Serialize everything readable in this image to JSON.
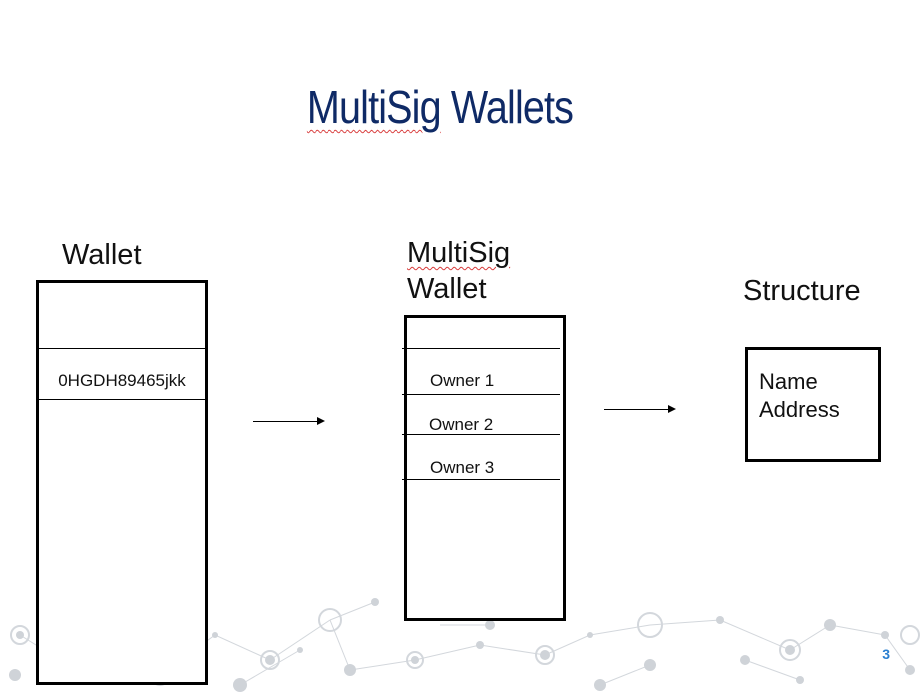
{
  "slide": {
    "title_part1": "MultiSig",
    "title_part2": " Wallets",
    "page_number": "3"
  },
  "wallet": {
    "heading": "Wallet",
    "address": "0HGDH89465jkk"
  },
  "multisig": {
    "heading_line1": "MultiSig",
    "heading_line2": "Wallet",
    "owners": [
      "Owner 1",
      "Owner 2",
      "Owner 3"
    ]
  },
  "structure": {
    "heading": "Structure",
    "fields": [
      "Name",
      "Address"
    ]
  },
  "colors": {
    "title": "#0f2a66",
    "page_number": "#2a7fd0",
    "spellcheck_underline": "#d83a3a",
    "decoration": "#c8ccd2"
  }
}
